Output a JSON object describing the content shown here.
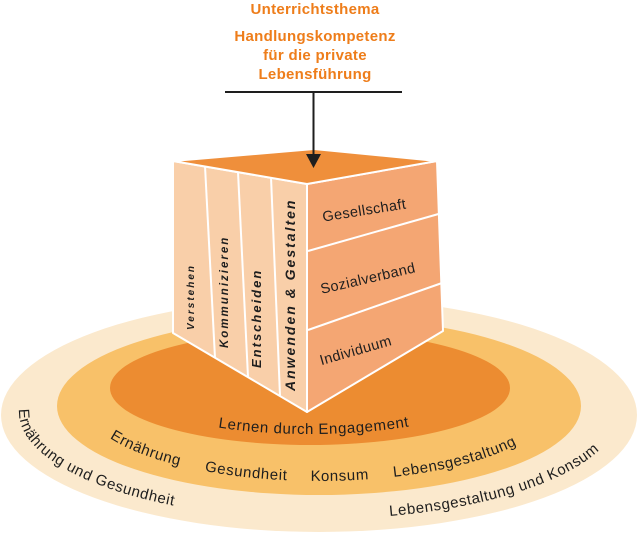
{
  "header": {
    "topic_label": "Unterrichtsthema",
    "subtitle_lines": [
      "Handlungskompetenz",
      "für die private",
      "Lebensführung"
    ]
  },
  "cube": {
    "left_face_slabs": [
      "Verstehen",
      "Kommunizieren",
      "Entscheiden",
      "Anwenden & Gestalten"
    ],
    "right_face_layers": [
      "Gesellschaft",
      "Sozialverband",
      "Individuum"
    ]
  },
  "rings": {
    "inner_label": "Lernen durch Engagement",
    "middle_labels": [
      "Ernährung",
      "Gesundheit",
      "Konsum",
      "Lebensgestaltung"
    ],
    "outer_left_label": "Ernährung und Gesundheit",
    "outer_right_label": "Lebensgestaltung und Konsum"
  },
  "colors": {
    "c_title": "#ee7d1a",
    "c_text": "#1e1e1e",
    "c_cube_top": "#ef8f3b",
    "c_cube_right": "#f4a673",
    "c_cube_left": "#f9cfa9",
    "c_ring_inner": "#ec8c31",
    "c_ring_middle": "#f8c169",
    "c_ring_outer": "#fbe9cd",
    "c_edge": "#ffffff"
  }
}
